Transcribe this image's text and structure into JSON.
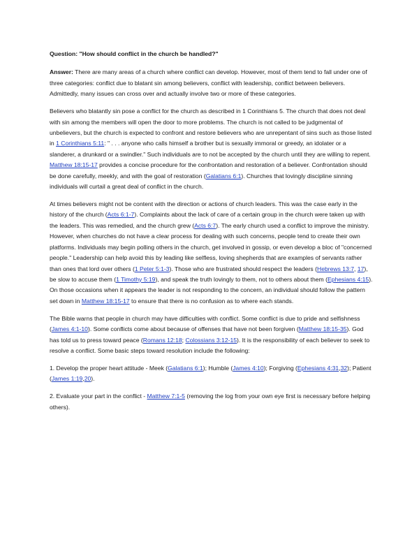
{
  "question": "Question: \"How should conflict in the church be handled?\"",
  "answer_label": "Answer:",
  "paragraphs": [
    [
      {
        "t": "There are many areas of a church where conflict can develop. However, most of them tend to fall under one of three categories: conflict due to blatant sin among believers, conflict with leadership, conflict between believers. Admittedly, many issues can cross over and actually involve two or more of these categories."
      }
    ],
    [
      {
        "t": "Believers who blatantly sin pose a conflict for the church as described in 1 Corinthians 5. The church that does not deal with sin among the members will open the door to more problems. The church is not called to be judgmental of unbelievers, but the church is expected to confront and restore believers who are unrepentant of sins such as those listed in "
      },
      {
        "l": "1 Corinthians 5:11"
      },
      {
        "t": ": \" . . . anyone who calls himself a brother but is sexually immoral or greedy, an idolater or a slanderer, a drunkard or a swindler.\" Such individuals are to not be accepted by the church until they are willing to repent. "
      },
      {
        "l": "Matthew 18:15-17"
      },
      {
        "t": " provides a concise procedure for the confrontation and restoration of a believer. Confrontation should be done carefully, meekly, and with the goal of restoration ("
      },
      {
        "l": "Galatians 6:1"
      },
      {
        "t": "). Churches that lovingly discipline sinning individuals will curtail a great deal of conflict in the church."
      }
    ],
    [
      {
        "t": "At times believers might not be content with the direction or actions of church leaders. This was the case early in the history of the church ("
      },
      {
        "l": "Acts 6:1-7"
      },
      {
        "t": "). Complaints about the lack of care of a certain group in the church were taken up with the leaders. This was remedied, and the church grew ("
      },
      {
        "l": "Acts 6:7"
      },
      {
        "t": "). The early church used a conflict to improve the ministry. However, when churches do not have a clear process for dealing with such concerns, people tend to create their own platforms. Individuals may begin polling others in the church, get involved in gossip, or even develop a bloc of \"concerned people.\" Leadership can help avoid this by leading like selfless, loving shepherds that are examples of servants rather than ones that lord over others ("
      },
      {
        "l": "1 Peter 5:1-3"
      },
      {
        "t": "). Those who are frustrated should respect the leaders ("
      },
      {
        "l": "Hebrews 13:7"
      },
      {
        "t": ", "
      },
      {
        "l": "17"
      },
      {
        "t": "), be slow to accuse them ("
      },
      {
        "l": "1 Timothy 5:19"
      },
      {
        "t": "), and speak the truth lovingly to them, not to others about them ("
      },
      {
        "l": "Ephesians 4:15"
      },
      {
        "t": "). On those occasions when it appears the leader is not responding to the concern, an individual should follow the pattern set down in "
      },
      {
        "l": "Matthew 18:15-17"
      },
      {
        "t": " to ensure that there is no confusion as to where each stands."
      }
    ],
    [
      {
        "t": "The Bible warns that people in church may have difficulties with conflict. Some conflict is due to pride and selfishness ("
      },
      {
        "l": "James 4:1-10"
      },
      {
        "t": "). Some conflicts come about because of offenses that have not been forgiven ("
      },
      {
        "l": "Matthew 18:15-35"
      },
      {
        "t": "). God has told us to press toward peace ("
      },
      {
        "l": "Romans 12:18"
      },
      {
        "t": "; "
      },
      {
        "l": "Colossians 3:12-15"
      },
      {
        "t": "). It is the responsibility of each believer to seek to resolve a conflict. Some basic steps toward resolution include the following:"
      }
    ],
    [
      {
        "t": "1. Develop the proper heart attitude - Meek ("
      },
      {
        "l": "Galatians 6:1"
      },
      {
        "t": "); Humble ("
      },
      {
        "l": "James 4:10"
      },
      {
        "t": "); Forgiving ("
      },
      {
        "l": "Ephesians 4:31"
      },
      {
        "t": ","
      },
      {
        "l": "32"
      },
      {
        "t": "); Patient ("
      },
      {
        "l": "James 1:19"
      },
      {
        "t": ","
      },
      {
        "l": "20"
      },
      {
        "t": ")."
      }
    ],
    [
      {
        "t": "2. Evaluate your part in the conflict - "
      },
      {
        "l": "Matthew 7:1-5"
      },
      {
        "t": " (removing the log from your own eye first is necessary before helping others)."
      }
    ]
  ]
}
